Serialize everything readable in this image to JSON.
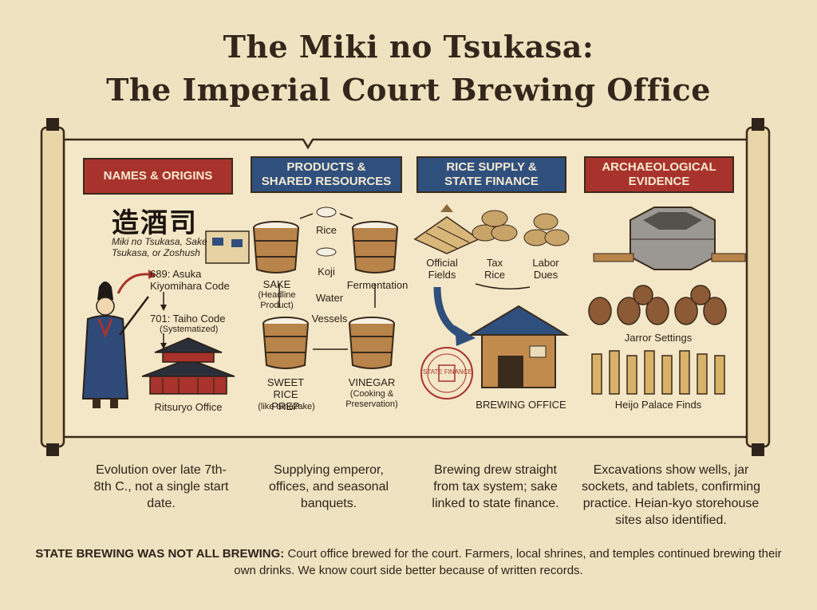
{
  "title": {
    "line1": "The Miki no Tsukasa:",
    "line2": "The Imperial Court Brewing Office"
  },
  "sections": {
    "names": {
      "banner": "NAMES & ORIGINS",
      "kanji": "造酒司",
      "alt_names": "Miki no Tsukasa, Sake Tsukasa, or Zoshush",
      "date1": "689: Asuka Kiyomihara Code",
      "date2": "701: Taiho Code",
      "date2_note": "(Systematized)",
      "office_label": "Ritsuryo Office",
      "caption": "Evolution over late 7th-8th C., not a single start date."
    },
    "products": {
      "banner_line1": "PRODUCTS &",
      "banner_line2": "SHARED RESOURCES",
      "rice": "Rice",
      "koji": "Koji",
      "water": "Water",
      "fermentation": "Fermentation",
      "vessels": "Vessels",
      "sake": "SAKE",
      "sake_note": "(Headline Product)",
      "sweet": "SWEET RICE PREP",
      "sweet_note": "(like amazake)",
      "vinegar": "VINEGAR",
      "vinegar_note": "(Cooking & Preservation)",
      "caption": "Supplying emperor, offices, and seasonal banquets."
    },
    "rice": {
      "banner_line1": "RICE SUPPLY &",
      "banner_line2": "STATE FINANCE",
      "fields": "Official Fields",
      "tax": "Tax Rice",
      "labor": "Labor Dues",
      "stamp": "STATE FINANCE",
      "office": "BREWING OFFICE",
      "caption": "Brewing drew straight from tax system; sake linked to state finance."
    },
    "archaeology": {
      "banner_line1": "ARCHAEOLOGICAL",
      "banner_line2": "EVIDENCE",
      "jars": "Jarror Settings",
      "finds": "Heijo Palace Finds",
      "caption": "Excavations show wells, jar sockets, and tablets, confirming practice. Heian-kyo storehouse sites also identified."
    }
  },
  "footer": {
    "bold": "STATE BREWING WAS NOT ALL BREWING:",
    "text": " Court office brewed for the court. Farmers, local shrines, and temples continued brewing their own drinks. We know court side better because of written records."
  },
  "colors": {
    "background": "#efe2c0",
    "banner_red": "#a8332c",
    "banner_blue": "#2f4f7d",
    "ink": "#2a1f16"
  }
}
